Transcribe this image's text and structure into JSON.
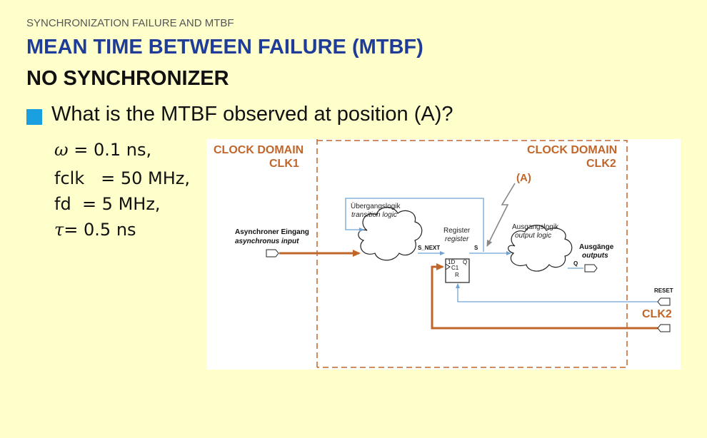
{
  "header": {
    "kicker": "SYNCHRONIZATION FAILURE AND MTBF",
    "title": "MEAN TIME BETWEEN FAILURE (MTBF)",
    "subtitle": "NO SYNCHRONIZER"
  },
  "question": "What is the MTBF observed at position (A)?",
  "parameters": [
    {
      "symbol": "ω",
      "text": " = 0.1 ns,"
    },
    {
      "symbol": "",
      "text": "fclk   = 50 MHz,"
    },
    {
      "symbol": "",
      "text": "fd  = 5 MHz,"
    },
    {
      "symbol": "τ",
      "text": "= 0.5 ns"
    }
  ],
  "diagram": {
    "domain_left_title": "CLOCK DOMAIN",
    "domain_left_clk": "CLK1",
    "domain_right_title": "CLOCK DOMAIN",
    "domain_right_clk": "CLK2",
    "marker_a": "(A)",
    "transition_de": "Übergangslogik",
    "transition_en": "transition logic",
    "register_de": "Register",
    "register_en": "register",
    "output_logic_de": "Ausgangslogik",
    "output_logic_en": "output logic",
    "async_input_de": "Asynchroner Eingang",
    "async_input_en": "asynchronus input",
    "s_next_label": "S_NEXT",
    "s_label": "S",
    "q_label": "Q",
    "reg_1d": "1D",
    "reg_q": "Q",
    "reg_c1": "C1",
    "reg_r": "R",
    "outputs_de": "Ausgänge",
    "outputs_en": "outputs",
    "reset_label": "RESET",
    "clk2_pin_label": "CLK2",
    "colors": {
      "orange": "#c0662a",
      "blue": "#6fa3d6",
      "grey": "#888888",
      "title_blue": "#1f3c99",
      "bullet": "#1aa0e0"
    }
  }
}
